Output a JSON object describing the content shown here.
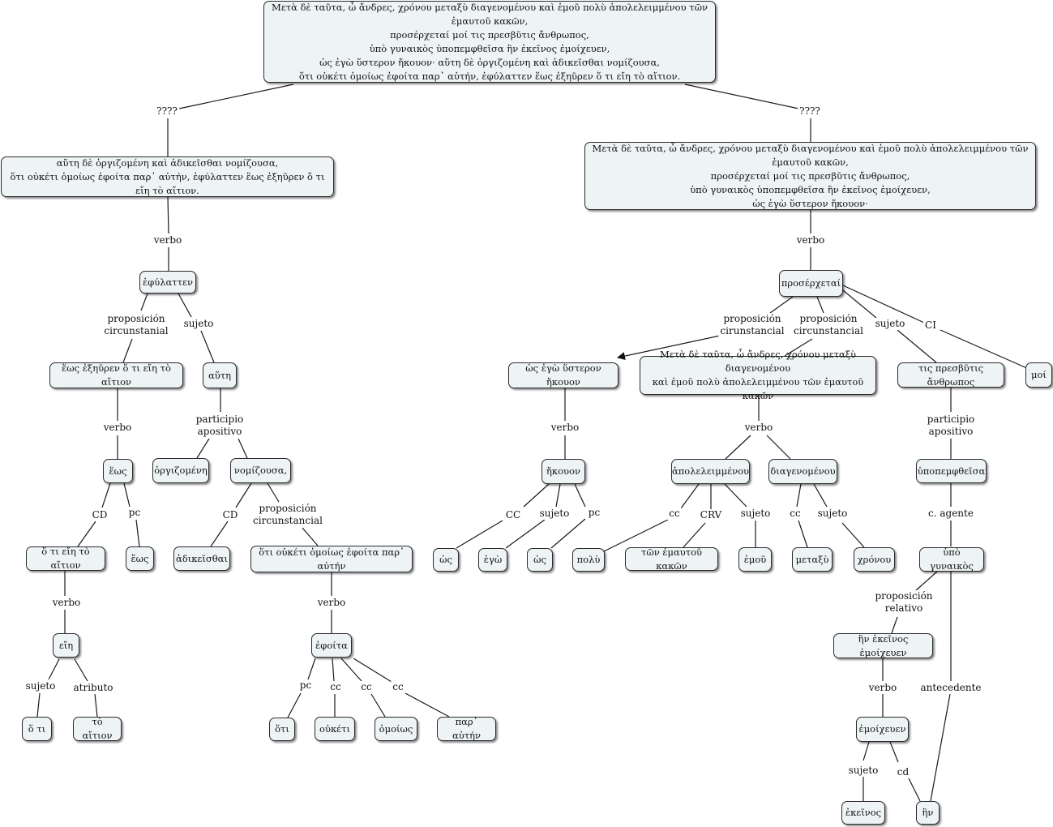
{
  "nodes": {
    "root": "Μετὰ δὲ ταῦτα, ὦ ἄνδρες, χρόνου μεταξὺ διαγενομένου καὶ ἐμοῦ πολὺ ἀπολελειμμένου τῶν ἐμαυτοῦ κακῶν,\nπροσέρχεταί μοί τις πρεσβῦτις ἄνθρωπος,\nὑπὸ γυναικὸς ὑποπεμφθεῖσα ἣν ἐκεῖνος ἐμοίχευεν,\nὡς ἐγὼ ὕστερον ἤκουον· αὕτη δὲ ὀργιζομένη καὶ ἀδικεῖσθαι νομίζουσα,\nὅτι οὐκέτι ὁμοίως ἐφοίτα παρ᾽ αὐτήν, ἐφύλαττεν ἕως ἐξηῦρεν ὅ τι εἴη τὸ αἴτιον.",
    "left": "αὕτη δὲ ὀργιζομένη καὶ ἀδικεῖσθαι νομίζουσα,\nὅτι οὐκέτι ὁμοίως ἐφοίτα παρ᾽ αὐτήν, ἐφύλαττεν ἕως ἐξηῦρεν ὅ τι εἴη τὸ αἴτιον.",
    "right": "Μετὰ δὲ ταῦτα, ὦ ἄνδρες, χρόνου μεταξὺ διαγενομένου καὶ ἐμοῦ πολὺ ἀπολελειμμένου τῶν ἐμαυτοῦ κακῶν,\nπροσέρχεταί μοί τις πρεσβῦτις ἄνθρωπος,\nὑπὸ γυναικὸς ὑποπεμφθεῖσα ἣν ἐκεῖνος ἐμοίχευεν,\nὡς ἐγὼ ὕστερον ἤκουον·",
    "efylatten": "ἐφύλαττεν",
    "heos_clause": "ἕως ἐξηῦρεν ὅ τι εἴη τὸ αἴτιον",
    "haute": "αὕτη",
    "heos": "ἕως",
    "orgizomene": "ὀργιζομένη",
    "nomizousa": "νομίζουσα,",
    "hoti_eie_clause": "ὅ τι εἴη τὸ αἴτιον",
    "heos2": "ἕως",
    "adikeisthai": "ἀδικεῖσθαι",
    "hoti_ouketi": "ὅτι οὐκέτι ὁμοίως ἐφοίτα παρ᾽ αὐτήν",
    "eie": "εἴη",
    "efoita": "ἐφοίτα",
    "ho_ti": "ὅ τι",
    "to_aition": "τὸ αἴτιον",
    "hoti": "ὅτι",
    "ouketi": "οὐκέτι",
    "homoios": "ὁμοίως",
    "par_auten": "παρ᾽ αὐτήν",
    "proserchetai": "προσέρχεταί",
    "hos_ego_clause": "ὡς ἐγὼ ὕστερον ἤκουον",
    "meta_clause": "Μετὰ δὲ ταῦτα, ὦ ἄνδρες, χρόνου μεταξὺ διαγενομένου\nκαὶ ἐμοῦ πολὺ ἀπολελειμμένου τῶν ἐμαυτοῦ κακῶν",
    "tis_presbytis": "τις πρεσβῦτις ἄνθρωπος",
    "moi": "μοί",
    "ekouon": "ἤκουον",
    "apoleleimmenou": "ἀπολελειμμένου",
    "diagenomenou": "διαγενομένου",
    "hypopemphtheisa": "ὑποπεμφθεῖσα",
    "hos": "ὡς",
    "ego": "ἐγὼ",
    "hos2": "ὡς",
    "poly": "πολὺ",
    "ton_emautou": "τῶν ἐμαυτοῦ κακῶν",
    "emou": "ἐμοῦ",
    "metaxy": "μεταξὺ",
    "chronou": "χρόνου",
    "hypo_gynaikos": "ὑπὸ γυναικὸς",
    "hen_clause": "ἣν ἐκεῖνος ἐμοίχευεν",
    "emoicheuen": "ἐμοίχευεν",
    "ekeinos": "ἐκεῖνος",
    "hen": "ἣν"
  },
  "labels": {
    "q1": "????",
    "q2": "????",
    "verbo_l": "verbo",
    "prop_circ_l": "proposición\ncircunstanial",
    "sujeto_l": "sujeto",
    "verbo_heos": "verbo",
    "part_apos_l": "participio\napositivo",
    "cd_l": "CD",
    "pc_l": "pc",
    "cd_l2": "CD",
    "prop_circ_l2": "proposición\ncircunstancial",
    "verbo_hoti": "verbo",
    "verbo_hoti2": "verbo",
    "sujeto_eie": "sujeto",
    "atributo_eie": "atributo",
    "pc_efoita": "pc",
    "cc1": "cc",
    "cc2": "cc",
    "cc3": "cc",
    "verbo_r": "verbo",
    "prop_circ_r1": "proposición\ncirunstancial",
    "prop_circ_r2": "proposición\ncircunstancial",
    "sujeto_r": "sujeto",
    "ci_r": "CI",
    "verbo_hos": "verbo",
    "verbo_meta": "verbo",
    "part_apos_r": "participio\napositivo",
    "cc_ekouon": "CC",
    "sujeto_ekouon": "sujeto",
    "pc_ekouon": "pc",
    "cc_apol": "cc",
    "crv_apol": "CRV",
    "sujeto_apol": "sujeto",
    "cc_diag": "cc",
    "sujeto_diag": "sujeto",
    "agente": "c. agente",
    "prop_rel": "proposición\nrelativo",
    "verbo_hen": "verbo",
    "antecedente": "antecedente",
    "sujeto_emoich": "sujeto",
    "cd_emoich": "cd"
  }
}
